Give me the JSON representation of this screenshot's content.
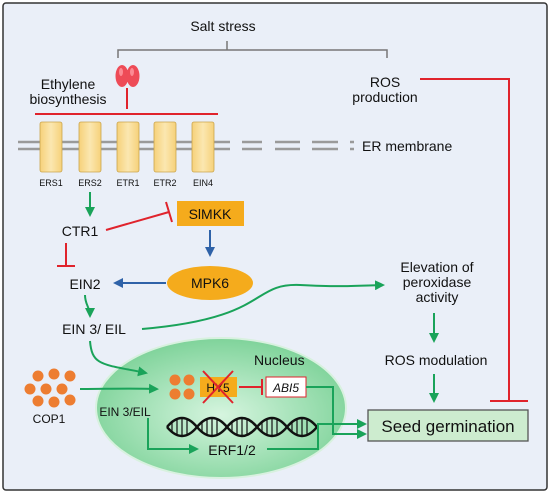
{
  "labels": {
    "salt_stress": "Salt stress",
    "ethylene_line1": "Ethylene",
    "ethylene_line2": "biosynthesis",
    "ros_line1": "ROS",
    "ros_line2": "production",
    "er_membrane": "ER membrane",
    "ctr1": "CTR1",
    "slmkk": "SlMKK",
    "mpk6": "MPK6",
    "ein2": "EIN2",
    "ein3_eil": "EIN 3/ EIL",
    "elevation_line1": "Elevation of",
    "elevation_line2": "peroxidase",
    "elevation_line3": "activity",
    "ros_modulation": "ROS modulation",
    "nucleus": "Nucleus",
    "cop1": "COP1",
    "ein3_eil_nucleus": "EIN 3/EIL",
    "hy5": "HY5",
    "abi5": "ABI5",
    "erf12": "ERF1/2",
    "seed_germination": "Seed germination"
  },
  "receptors": [
    "ERS1",
    "ERS2",
    "ETR1",
    "ETR2",
    "EIN4"
  ],
  "colors": {
    "background": "#eaeff8",
    "activation": "#1aa35a",
    "inhibition": "#e0232c",
    "mapk_arrow": "#2f62a8",
    "kinase_fill": "#f5ab1c",
    "receptor_fill": "#f9dc93",
    "seed_box": "#cdeccf",
    "nucleus_fill": "#8fdca6",
    "cop1_dots": "#ed7d31",
    "etr_blob": "#ee4b57"
  }
}
